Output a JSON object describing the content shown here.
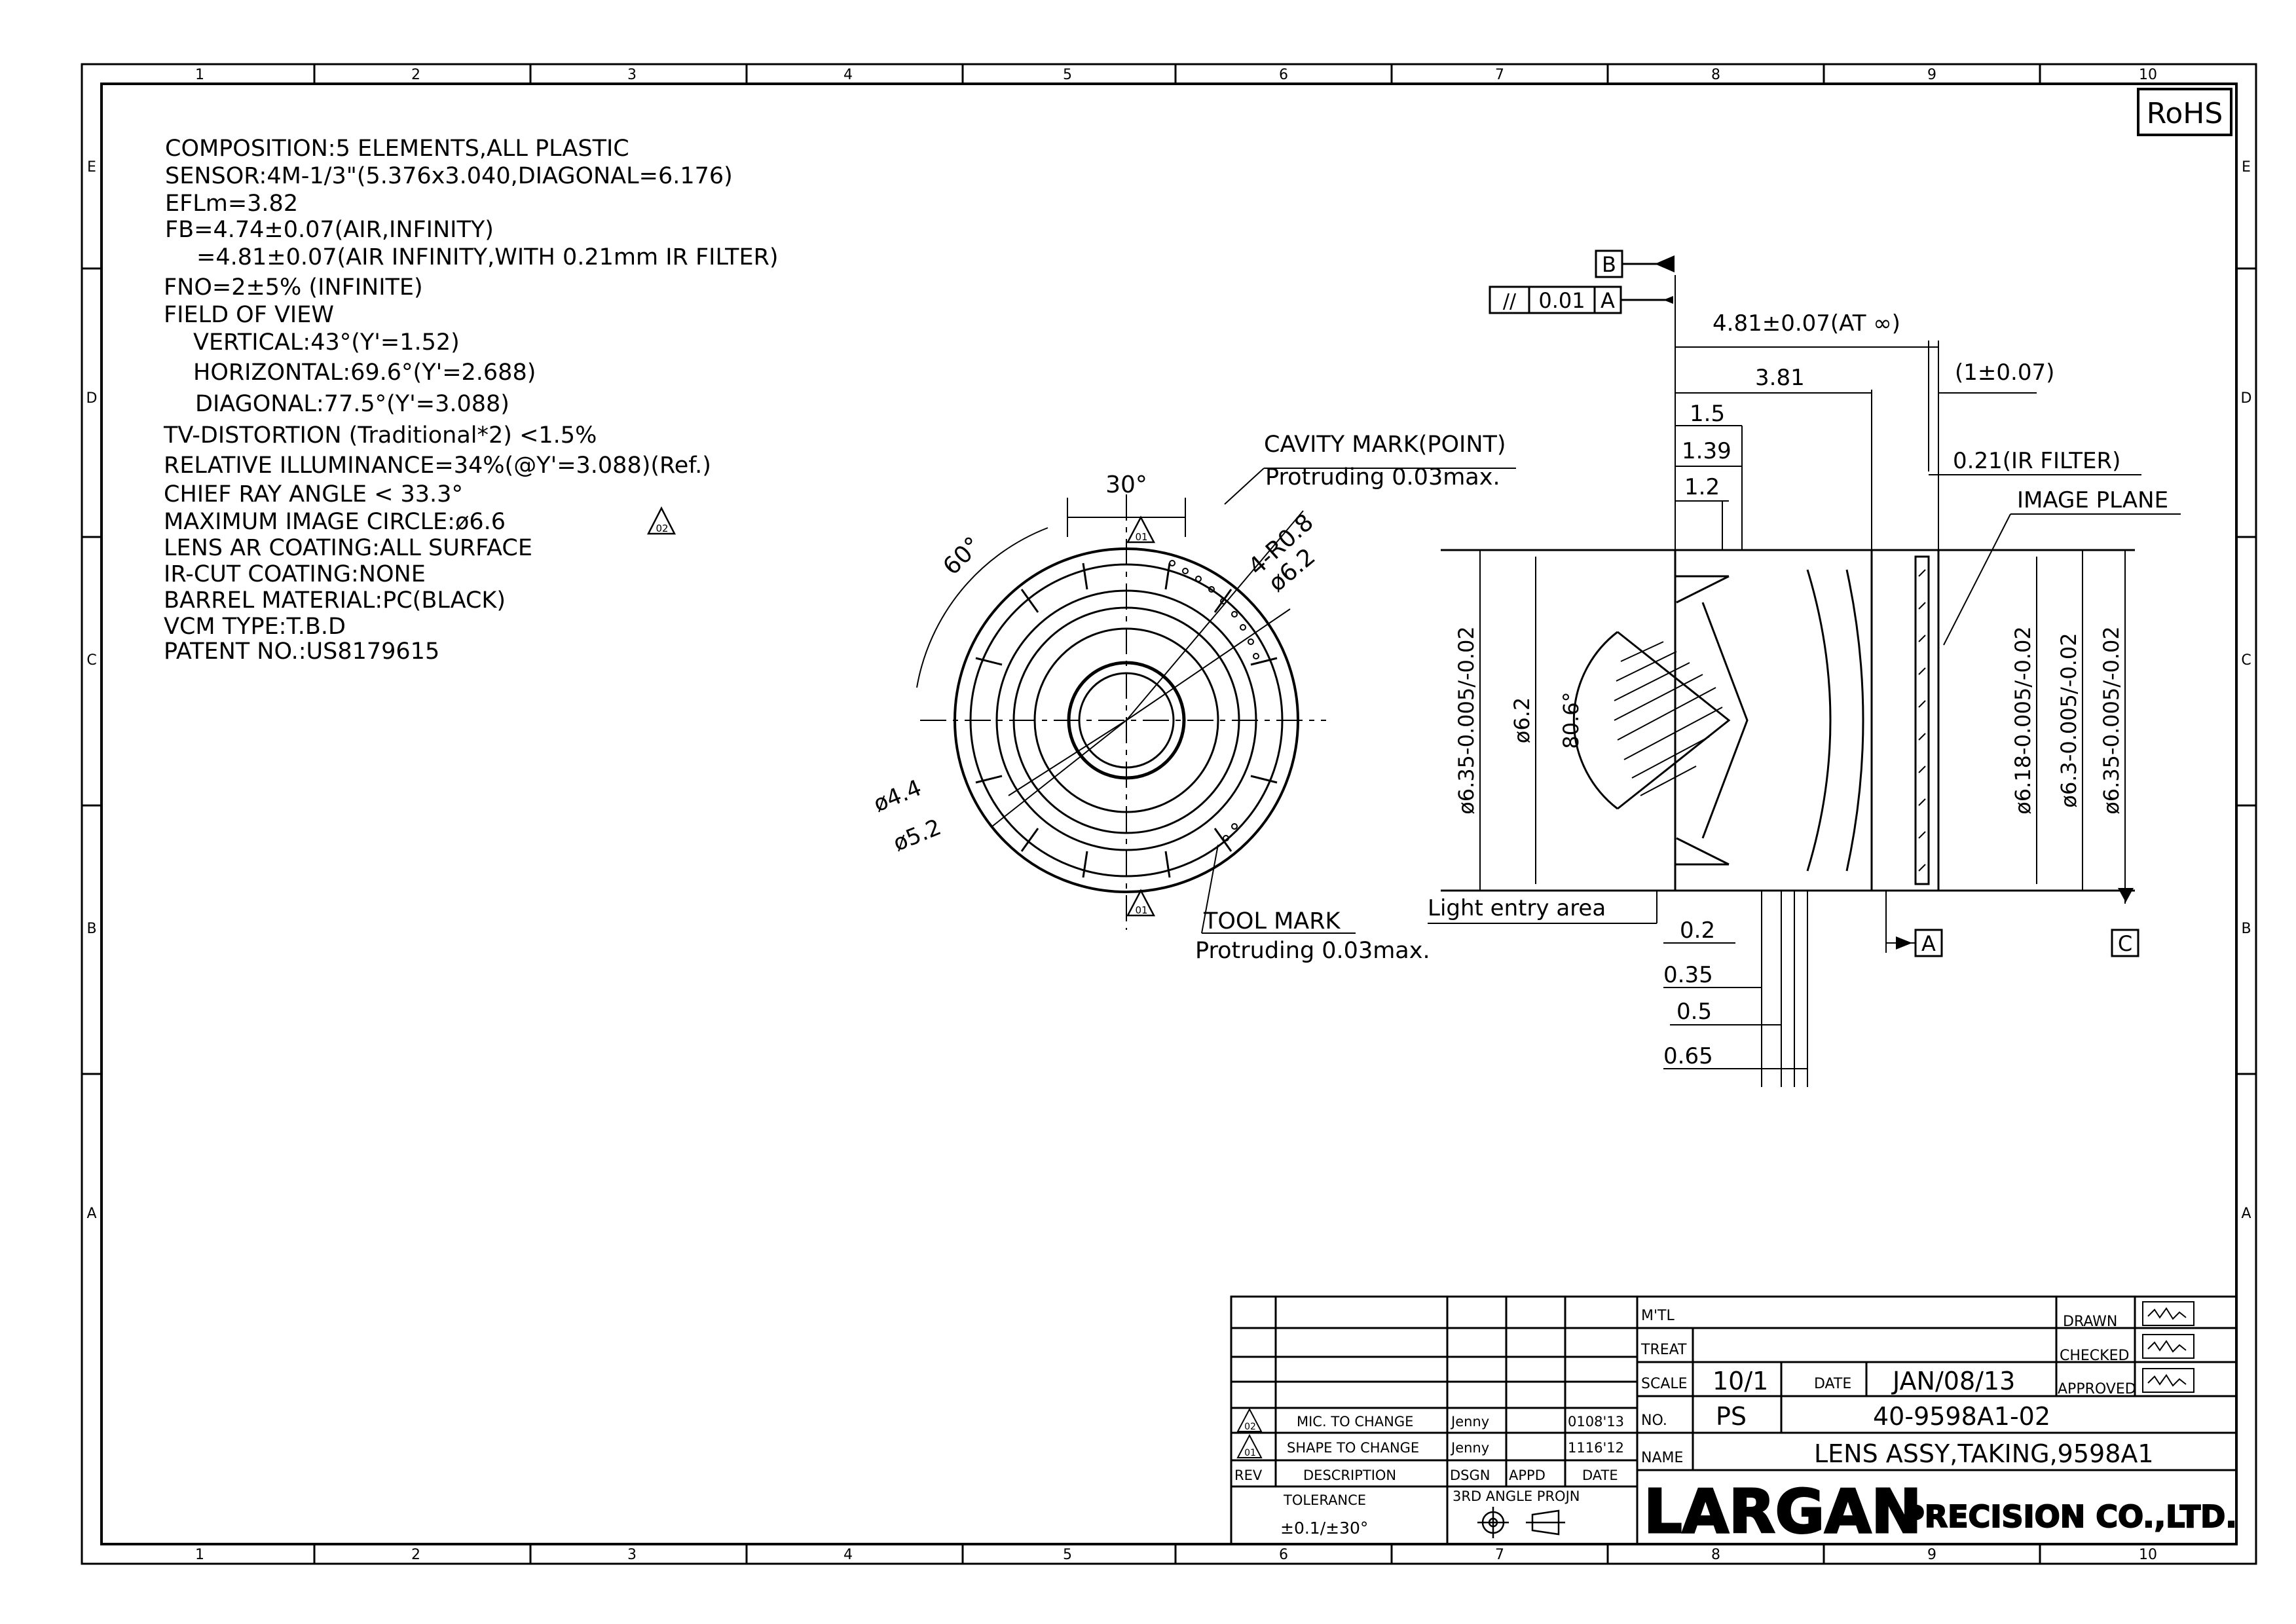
{
  "frame": {
    "col_numbers": [
      "1",
      "2",
      "3",
      "4",
      "5",
      "6",
      "7",
      "8",
      "9",
      "10"
    ],
    "row_letters": [
      "E",
      "D",
      "C",
      "B",
      "A"
    ],
    "rohs": "RoHS"
  },
  "specs": [
    "COMPOSITION:5 ELEMENTS,ALL PLASTIC",
    "SENSOR:4M-1/3\"(5.376x3.040,DIAGONAL=6.176)",
    "EFLm=3.82",
    "FB=4.74±0.07(AIR,INFINITY)",
    "=4.81±0.07(AIR INFINITY,WITH 0.21mm IR FILTER)",
    "FNO=2±5% (INFINITE)",
    "FIELD OF VIEW",
    "VERTICAL:43°(Y'=1.52)",
    "HORIZONTAL:69.6°(Y'=2.688)",
    "DIAGONAL:77.5°(Y'=3.088)",
    "TV-DISTORTION (Traditional*2) <1.5%",
    "RELATIVE ILLUMINANCE=34%(@Y'=3.088)(Ref.)",
    "CHIEF RAY ANGLE < 33.3°",
    "MAXIMUM IMAGE CIRCLE:ø6.6",
    "LENS AR COATING:ALL SURFACE",
    "IR-CUT COATING:NONE",
    "BARREL MATERIAL:PC(BLACK)",
    "VCM TYPE:T.B.D",
    "PATENT NO.:US8179615"
  ],
  "front_view": {
    "angle_30": "30°",
    "angle_60": "60°",
    "r08": "4-R0.8",
    "d62": "ø6.2",
    "d44": "ø4.4",
    "d52": "ø5.2",
    "rev01": "01",
    "cavity_title": "CAVITY MARK(POINT)",
    "cavity_sub": "Protruding 0.03max.",
    "tool_title": "TOOL MARK",
    "tool_sub": "Protruding 0.03max."
  },
  "side_view": {
    "datum_b": "B",
    "datum_a": "A",
    "datum_c": "C",
    "parallel_sym": "//",
    "parallel_tol": "0.01",
    "dim_481": "4.81±0.07(AT ∞)",
    "dim_381": "3.81",
    "dim_1pm007": "(1±0.07)",
    "dim_15": "1.5",
    "dim_139": "1.39",
    "dim_12": "1.2",
    "ir_filter": "0.21(IR FILTER)",
    "image_plane": "IMAGE PLANE",
    "dia_635_left": "ø6.35-0.005/-0.02",
    "dia_62": "ø6.2",
    "angle_806": "80.6°",
    "dia_618": "ø6.18-0.005/-0.02",
    "dia_63": "ø6.3-0.005/-0.02",
    "dia_635_right": "ø6.35-0.005/-0.02",
    "light_entry": "Light entry area",
    "dim_02": "0.2",
    "dim_035": "0.35",
    "dim_05": "0.5",
    "dim_065": "0.65"
  },
  "title_block": {
    "revisions": [
      {
        "rev": "02",
        "desc": "MIC. TO CHANGE",
        "dsgn": "Jenny",
        "appd": "",
        "date": "0108'13"
      },
      {
        "rev": "01",
        "desc": "SHAPE TO CHANGE",
        "dsgn": "Jenny",
        "appd": "",
        "date": "1116'12"
      }
    ],
    "hdr_rev": "REV",
    "hdr_desc": "DESCRIPTION",
    "hdr_dsgn": "DSGN",
    "hdr_appd": "APPD",
    "hdr_date": "DATE",
    "tolerance_label": "TOLERANCE",
    "tolerance_value": "±0.1/±30°",
    "projection": "3RD ANGLE PROJN",
    "mtl_label": "M'TL",
    "treat_label": "TREAT",
    "scale_label": "SCALE",
    "scale_value": "10/1",
    "date_label": "DATE",
    "date_value": "JAN/08/13",
    "no_label": "NO.",
    "no_prefix": "PS",
    "drawing_no": "40-9598A1-02",
    "name_label": "NAME",
    "name_value": "LENS ASSY,TAKING,9598A1",
    "drawn_label": "DRAWN",
    "checked_label": "CHECKED",
    "approved_label": "APPROVED",
    "company_logo": "LARGAN",
    "company_suffix": "PRECISION CO.,LTD."
  }
}
